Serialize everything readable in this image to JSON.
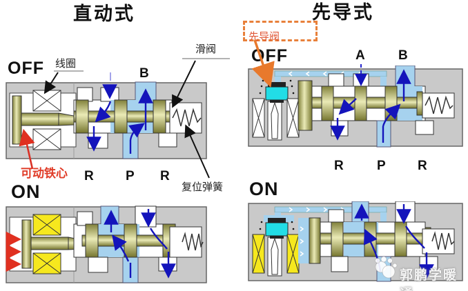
{
  "titles": {
    "direct_acting": "直动式",
    "pilot_operated": "先导式"
  },
  "left_panel": {
    "state_off": "OFF",
    "state_on": "ON",
    "coil_label": "线圈",
    "spool_label": "滑阀",
    "port_b": "B",
    "movable_core_label": "可动铁心",
    "return_spring_label": "复位弹簧",
    "ports": [
      "R",
      "P",
      "R"
    ]
  },
  "right_panel": {
    "state_off": "OFF",
    "state_on": "ON",
    "pilot_valve_label": "先导阀",
    "port_a": "A",
    "port_b": "B",
    "ports": [
      "R",
      "P",
      "R"
    ]
  },
  "watermark": {
    "text": "郭鹏学暖通"
  },
  "colors": {
    "body_gray": "#c9c9c9",
    "passage_blue": "#a6d2ee",
    "arrow_blue": "#1414bb",
    "spool_olive": "#b0b060",
    "pilot_cyan": "#22dde6",
    "coil_energized_yellow": "#f6e81e",
    "annotation_orange": "#e8792c",
    "annotation_red": "#d93025"
  }
}
